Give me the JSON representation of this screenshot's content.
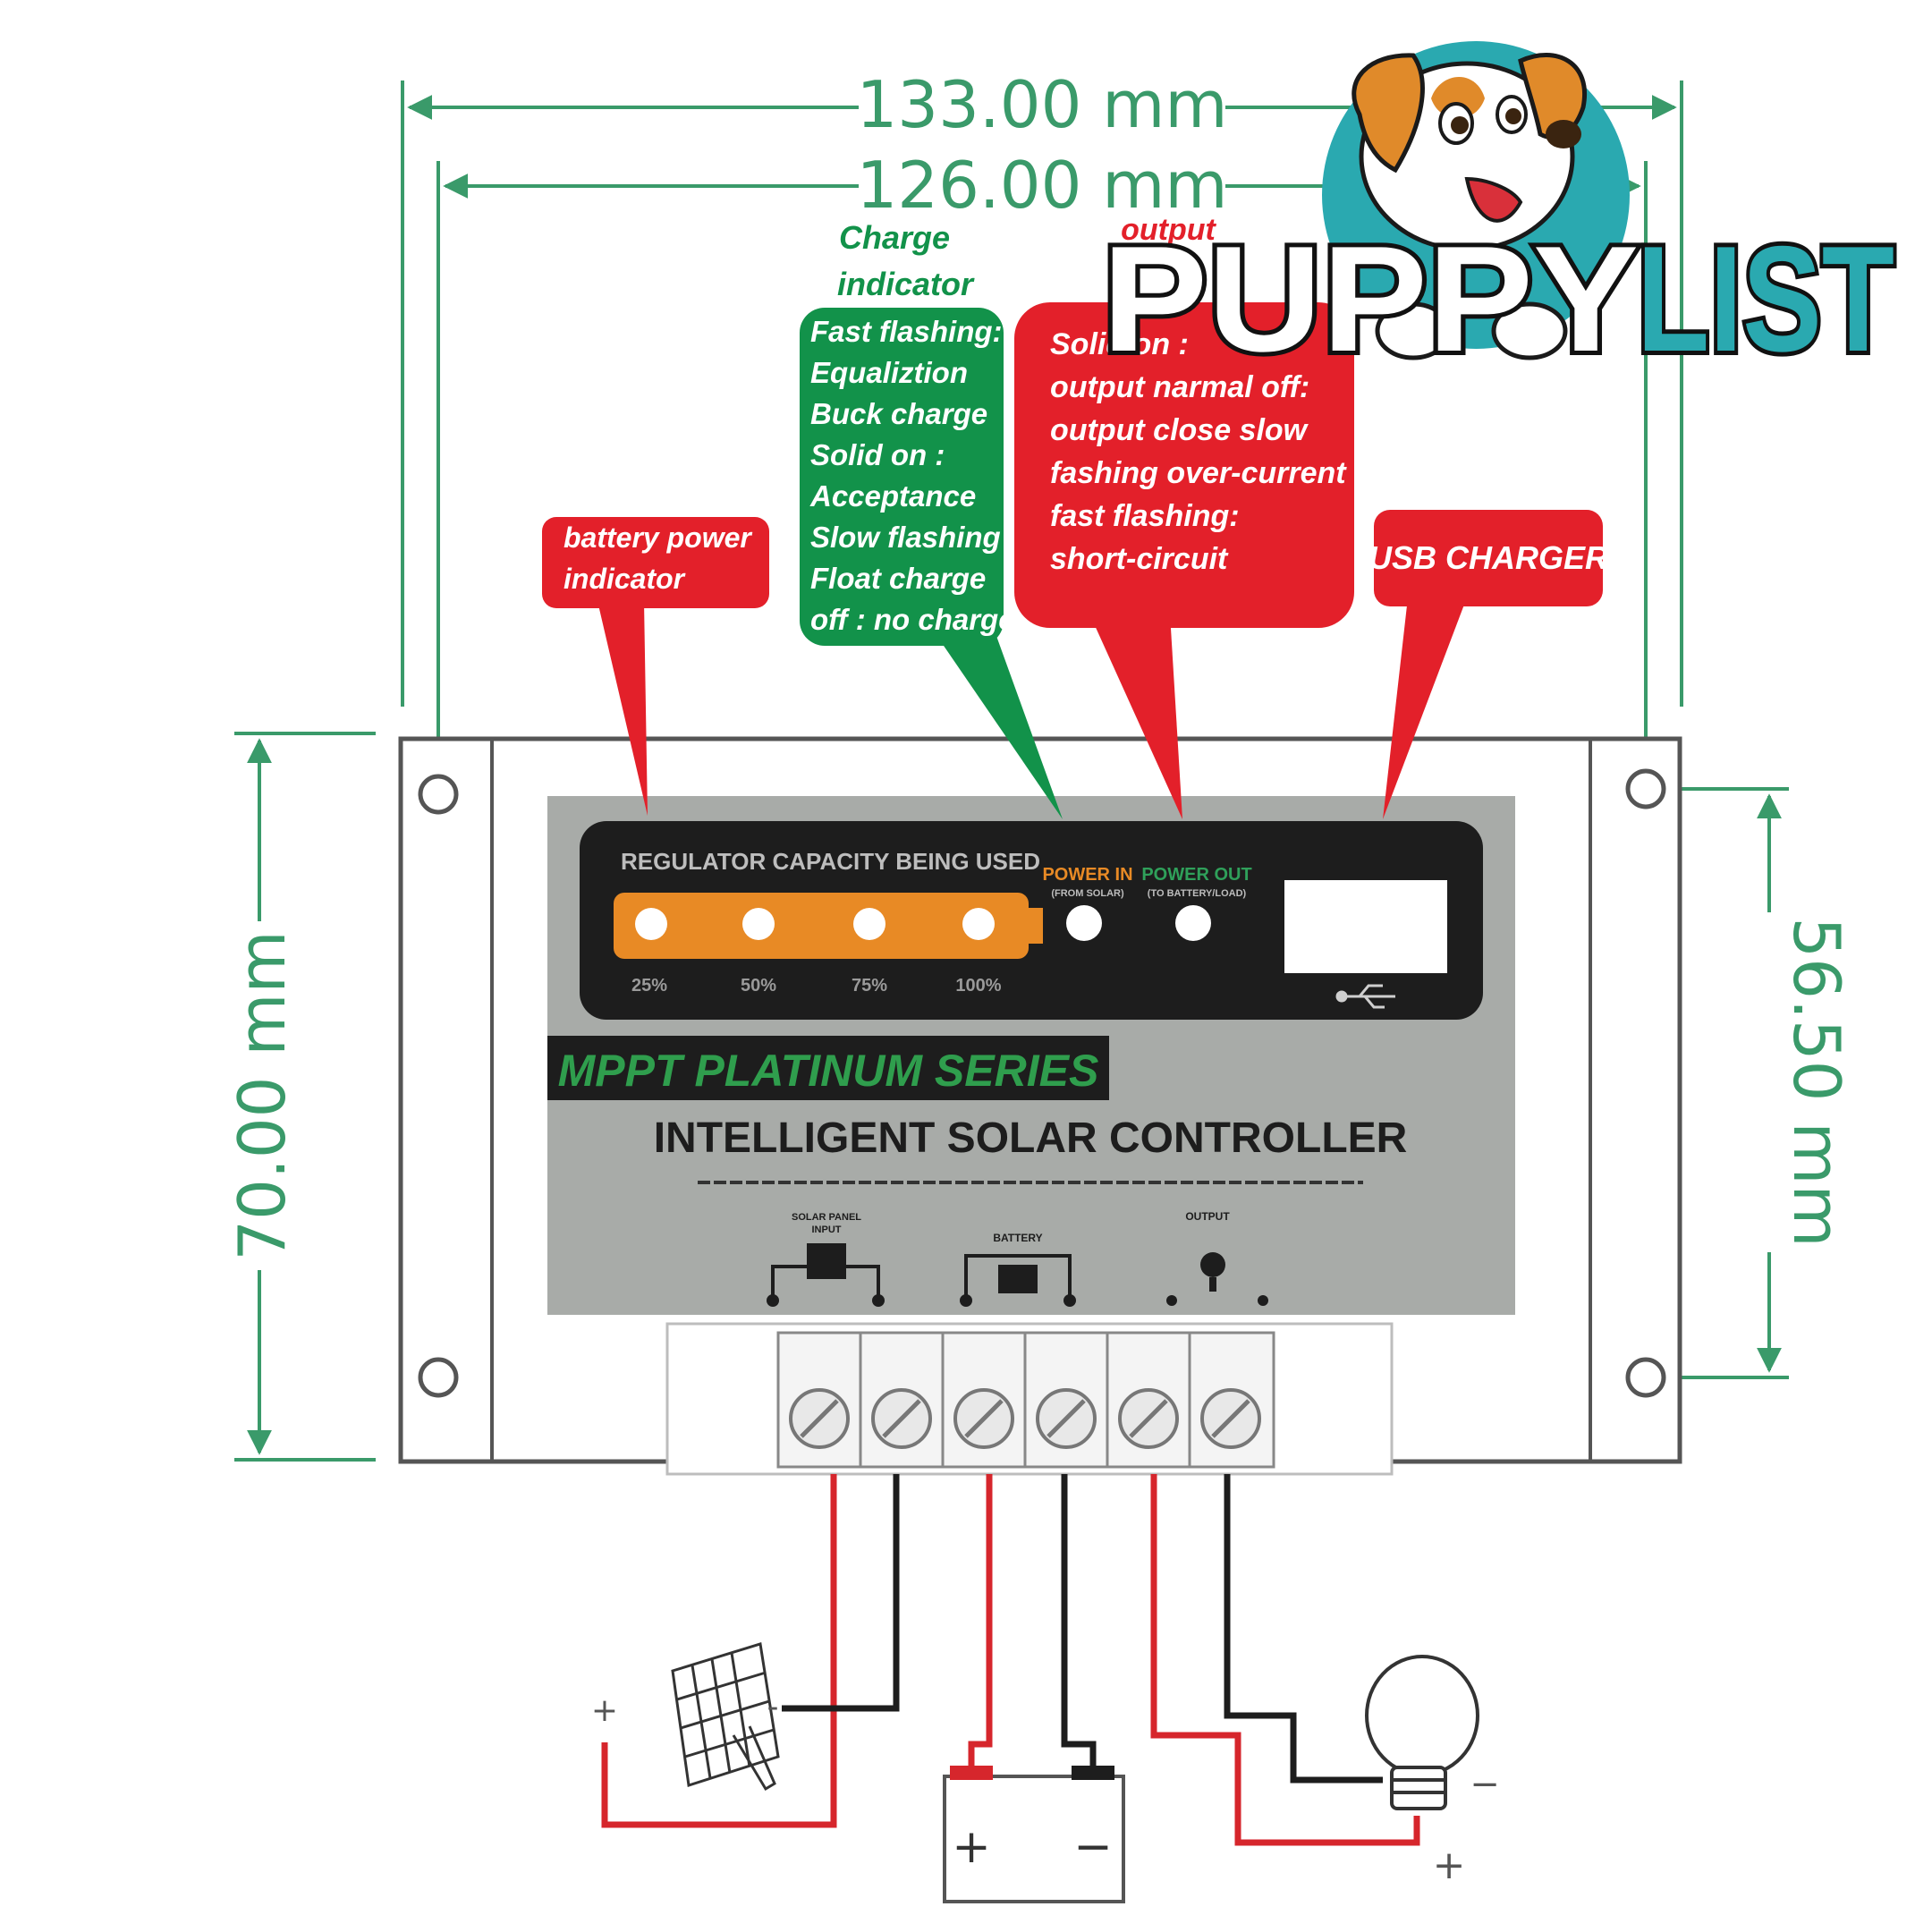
{
  "dimensions": {
    "outer_width": "133.00 mm",
    "inner_width": "126.00 mm",
    "height": "70.00 mm",
    "hole_spacing": "56.50 mm"
  },
  "callouts": {
    "battery": {
      "lines": [
        "battery power",
        "indicator"
      ]
    },
    "charge": {
      "title_lines": [
        "Charge",
        "indicator"
      ],
      "lines": [
        "Fast flashing:",
        "Equaliztion",
        "Buck charge",
        "Solid on :",
        "Acceptance",
        "Slow flashing",
        "Float charge",
        "off : no charge"
      ]
    },
    "output": {
      "title": "output",
      "lines": [
        "Solid on :",
        "output narmal off:",
        "output close slow",
        "fashing over-current",
        "fast flashing:",
        "short-circuit"
      ]
    },
    "usb": {
      "label": "USB CHARGER"
    }
  },
  "panel": {
    "capacity_label": "REGULATOR CAPACITY BEING USED",
    "levels": [
      "25%",
      "50%",
      "75%",
      "100%"
    ],
    "power_in_label": "POWER IN",
    "power_in_sub": "(FROM SOLAR)",
    "power_out_label": "POWER OUT",
    "power_out_sub": "(TO BATTERY/LOAD)",
    "series": "MPPT PLATINUM SERIES",
    "product": "INTELLIGENT SOLAR CONTROLLER",
    "solar_label_1": "SOLAR PANEL",
    "solar_label_2": "INPUT",
    "battery_label": "BATTERY",
    "output_label": "OUTPUT"
  },
  "wiring": {
    "solar_plus": "+",
    "solar_minus": "-",
    "battery_plus": "+",
    "battery_minus": "−",
    "load_plus": "+",
    "load_minus": "−"
  },
  "brand": {
    "part1": "PUPPY",
    "part2": "LIST"
  },
  "colors": {
    "dimension": "#3a9a6a",
    "green_callout": "#12924a",
    "red_callout": "#e3202a",
    "panel_gray": "#a8aba8",
    "brand_teal": "#2aa9b0",
    "wire_red": "#d6262c"
  }
}
